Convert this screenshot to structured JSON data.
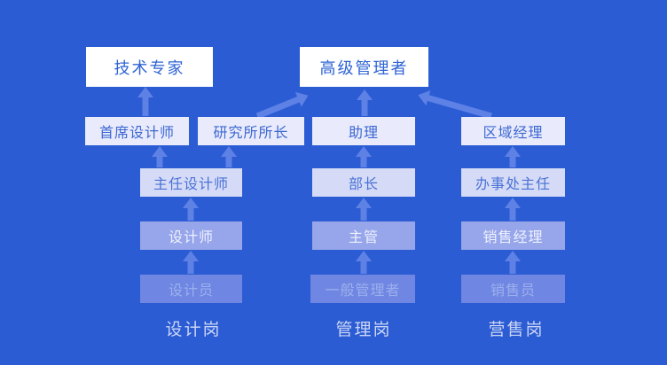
{
  "diagram": {
    "type": "career-ladder-flowchart",
    "palette": {
      "background": "#2b5cd3",
      "arrow": "#5e81e6",
      "level1_fill": "#ffffff",
      "level1_text": "#2e63d4",
      "level2_fill": "#e9eafb",
      "level2_text": "#3c68d3",
      "level3_fill": "#d5dbf7",
      "level3_text": "#4a71d5",
      "level4_fill": "#97a6ea",
      "level4_text": "#eef1fd",
      "level5_fill": "#6f87e2",
      "level5_text": "#9dafee",
      "column_label_text": "#ccd6f6"
    },
    "edges": [
      [
        "junior_designer",
        "designer"
      ],
      [
        "designer",
        "director_designer"
      ],
      [
        "director_designer",
        "chief_designer"
      ],
      [
        "director_designer",
        "institute_director"
      ],
      [
        "chief_designer",
        "technical_expert"
      ],
      [
        "institute_director",
        "senior_manager"
      ],
      [
        "general_manager",
        "supervisor"
      ],
      [
        "supervisor",
        "department_head"
      ],
      [
        "department_head",
        "assistant"
      ],
      [
        "assistant",
        "senior_manager"
      ],
      [
        "salesperson",
        "sales_manager"
      ],
      [
        "sales_manager",
        "office_director"
      ],
      [
        "office_director",
        "regional_manager"
      ],
      [
        "regional_manager",
        "senior_manager"
      ]
    ]
  },
  "nodes": {
    "technical_expert": "技术专家",
    "senior_manager": "高级管理者",
    "chief_designer": "首席设计师",
    "institute_director": "研究所所长",
    "assistant": "助理",
    "regional_manager": "区域经理",
    "director_designer": "主任设计师",
    "department_head": "部长",
    "office_director": "办事处主任",
    "designer": "设计师",
    "supervisor": "主管",
    "sales_manager": "销售经理",
    "junior_designer": "设计员",
    "general_manager": "一般管理者",
    "salesperson": "销售员"
  },
  "column_labels": {
    "design": "设计岗",
    "management": "管理岗",
    "sales": "营售岗"
  }
}
